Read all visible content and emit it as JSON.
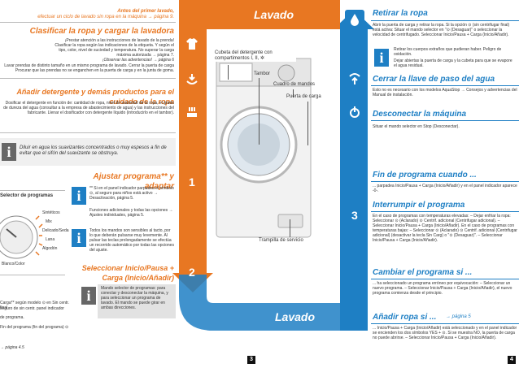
{
  "top": {
    "banner_left": "Lavado",
    "banner_bottom": "Lavado",
    "before_title": "Antes del primer lavado,",
    "before_text": "efectuar un ciclo de lavado sin ropa en la máquina → página 9."
  },
  "left": {
    "h1": "Clasificar la ropa y cargar la lavadora",
    "p1": "¡Prestar atención a las instrucciones de lavado de la prenda! Clasificar la ropa según las indicaciones de la etiqueta. Y según el tipo, color, nivel de suciedad y temperatura. No superar la carga máxima autorizada → página 7.",
    "p1_em": "¡Observar las advertencias! → página 6",
    "p1b": "Lavar prendas de distinto tamaño en un mismo programa de lavado. Cerrar la puerta de carga Procurar que las prendas no se enganchen en la puerta de carga y en la junta de goma.",
    "h2": "Añadir detergente y demás productos para el cuidado de la ropa",
    "p2": "Dosificar el detergente en función de: cantidad de ropa, nivel de suciedad de la ropa, el grado de dureza del agua (consultar a la empresa de abastecimiento de agua) y las instrucciones del fabricante. Llenar el dosificador con detergente líquido (introducirlo en el tambor).",
    "tip": "Diluir en agua los suavizantes concentrados o muy espesos a fin de evitar que el sifón del suavizante se obstruya.",
    "h3": "Ajustar programa** y adaptar",
    "p3a": "** Si en el panel indicador parpadea el símbolo ⊙, al seguro para niños está activo → Desactivación, página 5.",
    "p3b": "Funciones adicionales y todas las opciones → Ajustes individuales, página 5.",
    "p3c": "Todos los mandos son sensibles al tacto, por lo que deberán pulsarse muy levemente. Al pulsar las teclas prolongadamente se efectúa un recorrido automático por todas las opciones del ajuste.",
    "h4": "Seleccionar Inicio/Pausa + Carga (Inicio/Añadir)",
    "p4": "Mando selector de programas: para conectar y desconectar la máquina, y para seleccionar un programa de lavado. El mando se puede girar en ambas direcciones.",
    "selector_label": "Selector de programas",
    "dial_labels": [
      "Sintéticos",
      "Mix",
      "Delicado/Seda",
      "Lana",
      "Algodón",
      "Blanco/Color",
      "Rápido"
    ],
    "side_lines": [
      "Carga** según modelo ⊙ en Sin centr. final",
      "seguro de sin centr. panel indicador",
      "de programa.",
      "Fin del programa (fin del programa) ⊙",
      "→ página 4.5"
    ],
    "step1": "1",
    "step2": "2"
  },
  "machine": {
    "label_drum_tub": "Cubeta del detergente con compartimentos I, II, ✲",
    "label_drum": "Tambor",
    "label_controls": "Cuadro de mandos",
    "label_door": "Puerta de carga",
    "label_hatch": "Trampilla de servicio"
  },
  "right": {
    "h1": "Retirar la ropa",
    "p1": "Abrir la puerta de carga y retirar la ropa. Si la opción ⊙ (sin centrifugar final) está activa: Situar el mando selector en \"⊙ (Desaguar)\" o seleccionar la velocidad de centrifugado. Seleccionar Inicio/Pausa + Carga (Inicio/Añadir).",
    "bullets1": [
      "Retirar los cuerpos extraños que pudieran haber. Peligro de oxidación.",
      "Dejar abiertas la puerta de carga y la cubeta para que se evapore el agua residual."
    ],
    "h2": "Cerrar la llave de paso del agua",
    "p2": "Esto no es necesario con los modelos AquaStop → Consejos y advertencias del Manual de instalación.",
    "h3": "Desconectar la máquina",
    "p3": "Situar el mando selector en Stop (Desconectar).",
    "step3": "3",
    "h4": "Fin de programa cuando ...",
    "p4": "... parpadea Inicio/Pausa + Carga (Inicio/Añadir) y en el panel indicador aparece -0-.",
    "h5": "Interrumpir el programa",
    "p5": "En el caso de programas con temperaturas elevadas: – Dejar enfriar la ropa: Seleccionar ⊙ (Aclarado) ⊙ Centrif. adicional (Centrifugar adicional). – Seleccionar Inicio/Pausa + Carga (Inicio/Añadir). En el caso de programas con temperaturas bajas: – Seleccionar ⊙ (Aclarado) ⊙ Centrif. adicional (Centrifugar adicional) (desactivar la tecla Sin Carg) o \"⊙ (Desaguar)\". – Seleccionar Inicio/Pausa + Carga (Inicio/Añadir).",
    "h6": "Cambiar el programa si ...",
    "p6": "... ha seleccionado un programa erróneo por equivocación: – Seleccionar un nuevo programa. – Seleccionar Inicio/Pausa + Carga (Inicio/Añadir), el nuevo programa comienza desde el principio.",
    "h7": "Añadir ropa si ...",
    "h7_ref": "→ página 5",
    "p7": "... Inicio/Pausa + Carga (Inicio/Añadir) está seleccionado y en el panel indicador se encienden los dos símbolos YES + ⊙. Si se muestra NO, la puerta de carga no puede abrirse. – Seleccionar Inicio/Pausa + Carga (Inicio/Añadir)."
  },
  "pages": {
    "left": "3",
    "right": "4"
  },
  "colors": {
    "orange": "#e87722",
    "blue": "#1e7fc4",
    "grey": "#9a9a9a"
  }
}
